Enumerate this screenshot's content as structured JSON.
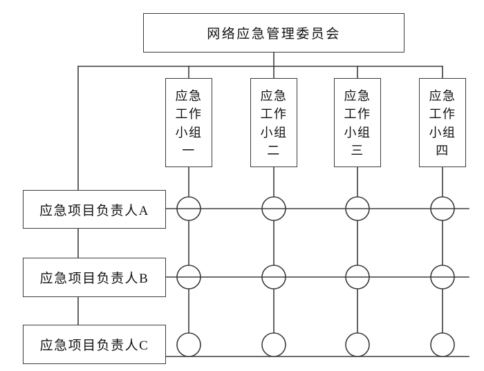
{
  "diagram": {
    "type": "organizational-chart",
    "title_node": {
      "label": "网络应急管理委员会"
    },
    "working_groups": [
      {
        "id": "group-1",
        "label": "应急\n工作\n小组\n一"
      },
      {
        "id": "group-2",
        "label": "应急\n工作\n小组\n二"
      },
      {
        "id": "group-3",
        "label": "应急\n工作\n小组\n三"
      },
      {
        "id": "group-4",
        "label": "应急\n工作\n小组\n四"
      }
    ],
    "project_managers": [
      {
        "id": "manager-a",
        "label": "应急项目负责人A"
      },
      {
        "id": "manager-b",
        "label": "应急项目负责人B"
      },
      {
        "id": "manager-c",
        "label": "应急项目负责人C"
      }
    ],
    "intersection_nodes": {
      "description": "circle",
      "count": 12,
      "rows": [
        "A",
        "B",
        "C"
      ],
      "columns": [
        "一",
        "二",
        "三",
        "四"
      ]
    },
    "colors": {
      "stroke": "#3a3a3a",
      "line": "#3a3a3a",
      "background": "#ffffff",
      "text": "#111111"
    }
  }
}
